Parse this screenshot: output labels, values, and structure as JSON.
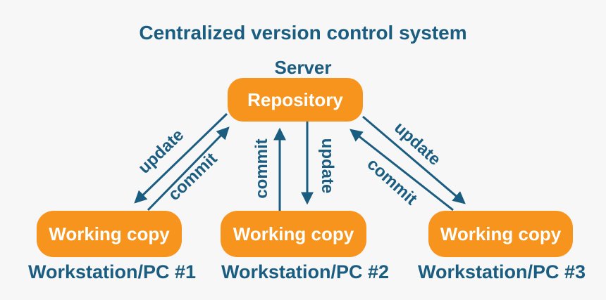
{
  "title": "Centralized version control system",
  "server_label": "Server",
  "colors": {
    "background": "#f7f7f7",
    "node_orange": "#f7941e",
    "text_blue": "#1b5d80",
    "node_text": "#ffffff"
  },
  "nodes": {
    "repository": {
      "label": "Repository"
    }
  },
  "workstations": [
    {
      "box_label": "Working copy",
      "caption": "Workstation/PC #1"
    },
    {
      "box_label": "Working copy",
      "caption": "Workstation/PC #2"
    },
    {
      "box_label": "Working copy",
      "caption": "Workstation/PC #3"
    }
  ],
  "arrows": [
    {
      "label": "update",
      "from": "Repository",
      "to": "Workstation/PC #1"
    },
    {
      "label": "commit",
      "from": "Workstation/PC #1",
      "to": "Repository"
    },
    {
      "label": "commit",
      "from": "Workstation/PC #2",
      "to": "Repository"
    },
    {
      "label": "update",
      "from": "Repository",
      "to": "Workstation/PC #2"
    },
    {
      "label": "update",
      "from": "Repository",
      "to": "Workstation/PC #3"
    },
    {
      "label": "commit",
      "from": "Workstation/PC #3",
      "to": "Repository"
    }
  ]
}
